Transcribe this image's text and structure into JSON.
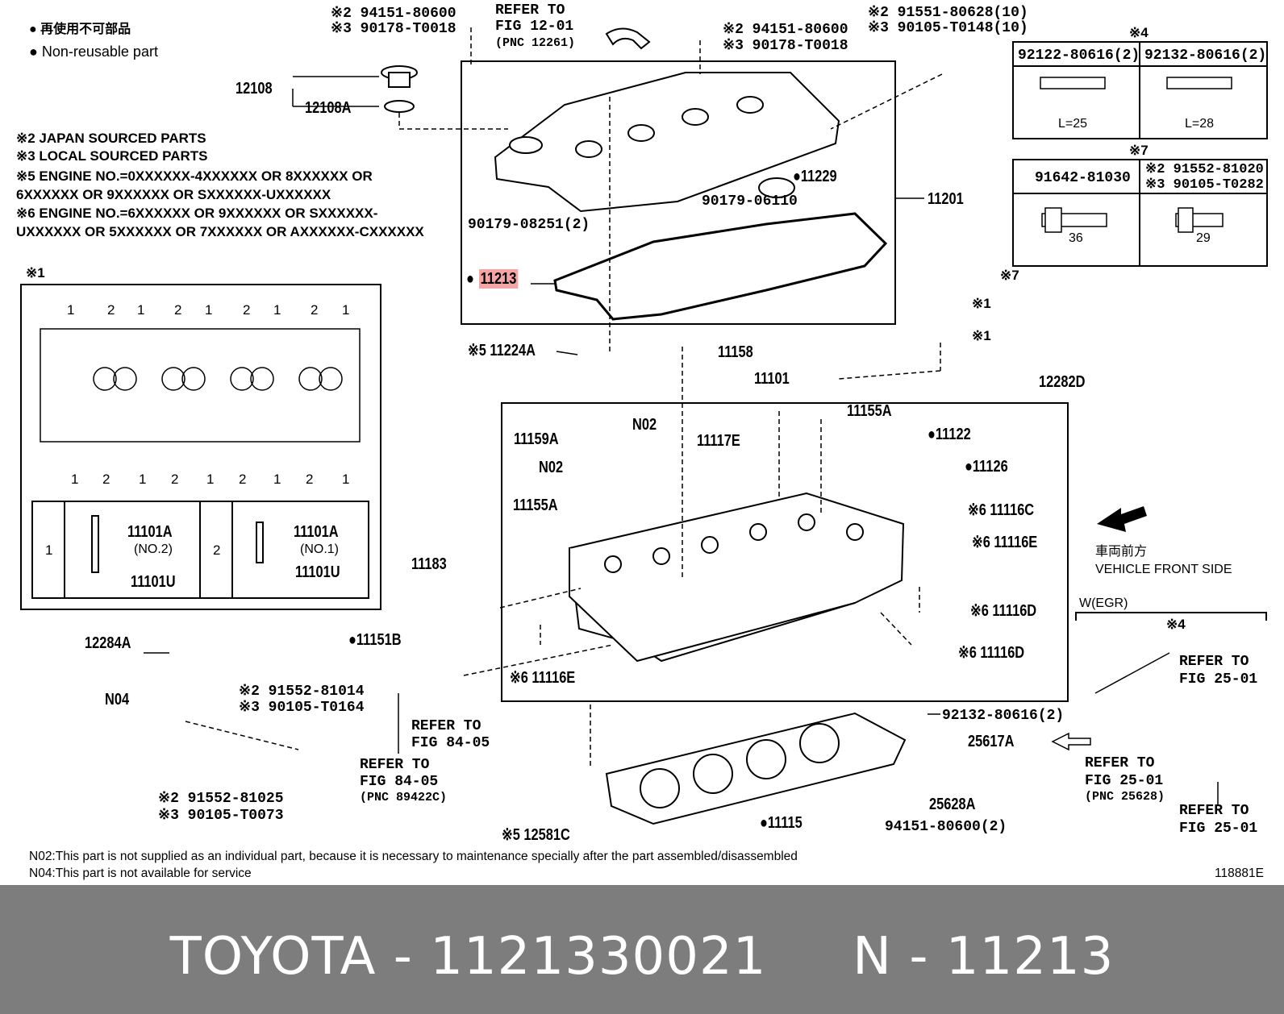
{
  "legend": {
    "jp": "● 再使用不可部品",
    "en": "● Non-reusable part"
  },
  "notes": [
    "※2 JAPAN SOURCED PARTS",
    "※3 LOCAL SOURCED PARTS",
    "※5 ENGINE NO.=0XXXXXX-4XXXXXX OR 8XXXXXX OR",
    "6XXXXXX OR 9XXXXXX OR SXXXXXX-UXXXXXX",
    "※6 ENGINE NO.=6XXXXXX OR 9XXXXXX OR SXXXXXX-",
    "UXXXXXX OR 5XXXXXX OR 7XXXXXX OR AXXXXXX-CXXXXXX"
  ],
  "labels": {
    "l1": "※2 94151-80600",
    "l2": "※3 90178-T0018",
    "l3": "REFER TO",
    "l4": "FIG 12-01",
    "l5": "(PNC 12261)",
    "l6": "※2 94151-80600",
    "l7": "※3 90178-T0018",
    "l8": "※2 91551-80628(10)",
    "l9": "※3 90105-T0148(10)",
    "l10": "12108",
    "l11": "12108A",
    "l12": "●11229",
    "l13": "90179-06110",
    "l14": "90179-08251(2)",
    "l15": "11201",
    "l16": "11213",
    "l17": "※5 11224A",
    "l18": "11158",
    "l19": "11101",
    "l20": "※1",
    "l21": "※1",
    "l22": "※7",
    "l23": "12282D",
    "l24": "11155A",
    "l25": "●11122",
    "l26": "●11126",
    "l27": "11159A",
    "l28": "N02",
    "l29": "N02",
    "l30": "11117E",
    "l31": "11155A",
    "l32": "※6 11116C",
    "l33": "※6 11116E",
    "l34": "11183",
    "l35": "●11151B",
    "l36": "※6 11116D",
    "l37": "※6 11116D",
    "l38": "※6 11116E",
    "l39": "12284A",
    "l40": "N04",
    "l41": "※2 91552-81014",
    "l42": "※3 90105-T0164",
    "l43": "REFER TO",
    "l44": "FIG 84-05",
    "l45": "REFER TO",
    "l46": "FIG 84-05",
    "l47": "(PNC 89422C)",
    "l48": "※2 91552-81025",
    "l49": "※3 90105-T0073",
    "l50": "※5 12581C",
    "l51": "●11115",
    "l52": "92132-80616(2)",
    "l53": "25617A",
    "l54": "25628A",
    "l55": "94151-80600(2)",
    "l56": "車両前方",
    "l57": "VEHICLE FRONT SIDE",
    "l58": "W(EGR)",
    "l59": "※4",
    "l60": "REFER TO",
    "l61": "FIG 25-01",
    "l62": "REFER TO",
    "l63": "FIG 25-01",
    "l64": "(PNC 25628)",
    "l65": "REFER TO",
    "l66": "FIG 25-01",
    "l67": "※1",
    "l68": "11101A",
    "l69": "(NO.2)",
    "l70": "11101U",
    "l71": "11101A",
    "l72": "(NO.1)",
    "l73": "11101U",
    "l74": "※4",
    "l75": "※7"
  },
  "table4": {
    "c1": "92122-80616(2)",
    "c2": "92132-80616(2)",
    "d1": "L=25",
    "d2": "L=28"
  },
  "table7": {
    "c1": "91642-81030",
    "c2a": "※2 91552-81020",
    "c2b": "※3 90105-T0282",
    "d1": "36",
    "d2": "29"
  },
  "bolt_pattern": {
    "top": [
      "1",
      "2",
      "1",
      "2",
      "1",
      "2",
      "1",
      "2",
      "1"
    ],
    "bottom": [
      "1",
      "2",
      "1",
      "2",
      "1",
      "2",
      "1",
      "2",
      "1"
    ],
    "legend1": "1",
    "legend2": "2"
  },
  "footnotes": {
    "n02": "N02:This part is not supplied as an individual part, because it is necessary to maintenance specially after the part assembled/disassembled",
    "n04": "N04:This part is not available for service"
  },
  "figure_id": "118881E",
  "footer": "TOYOTA - 1121330021     N - 11213"
}
